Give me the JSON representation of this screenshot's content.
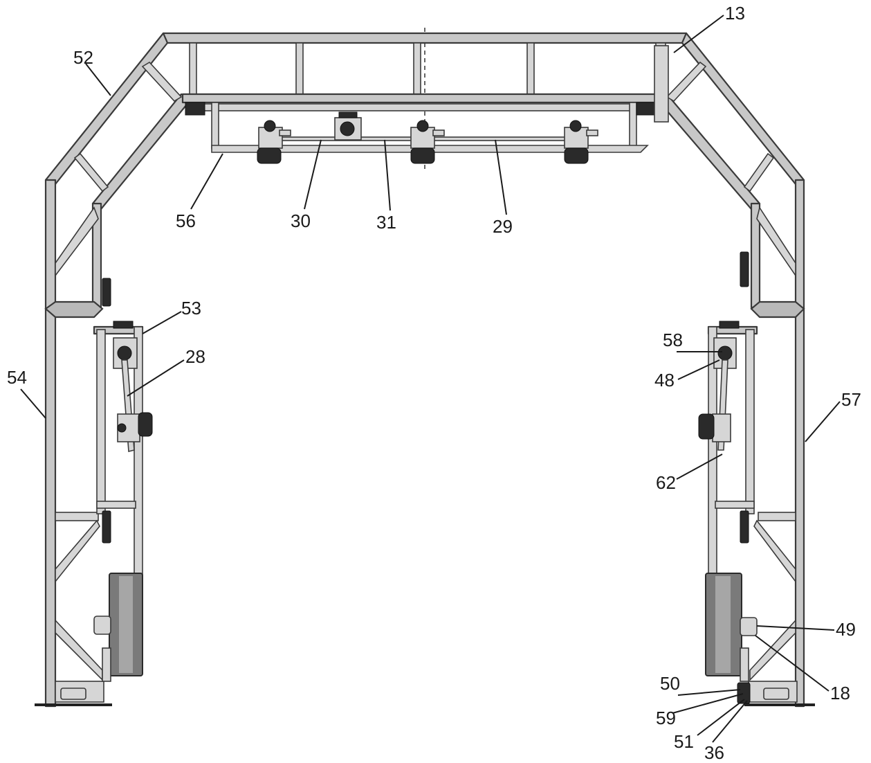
{
  "figure": {
    "labels": [
      {
        "key": "l13",
        "text": "13"
      },
      {
        "key": "l52",
        "text": "52"
      },
      {
        "key": "l56",
        "text": "56"
      },
      {
        "key": "l30",
        "text": "30"
      },
      {
        "key": "l31",
        "text": "31"
      },
      {
        "key": "l29",
        "text": "29"
      },
      {
        "key": "l53",
        "text": "53"
      },
      {
        "key": "l28",
        "text": "28"
      },
      {
        "key": "l54",
        "text": "54"
      },
      {
        "key": "l58",
        "text": "58"
      },
      {
        "key": "l48",
        "text": "48"
      },
      {
        "key": "l57",
        "text": "57"
      },
      {
        "key": "l62",
        "text": "62"
      },
      {
        "key": "l49",
        "text": "49"
      },
      {
        "key": "l50",
        "text": "50"
      },
      {
        "key": "l18",
        "text": "18"
      },
      {
        "key": "l59",
        "text": "59"
      },
      {
        "key": "l51",
        "text": "51"
      },
      {
        "key": "l36",
        "text": "36"
      }
    ]
  }
}
